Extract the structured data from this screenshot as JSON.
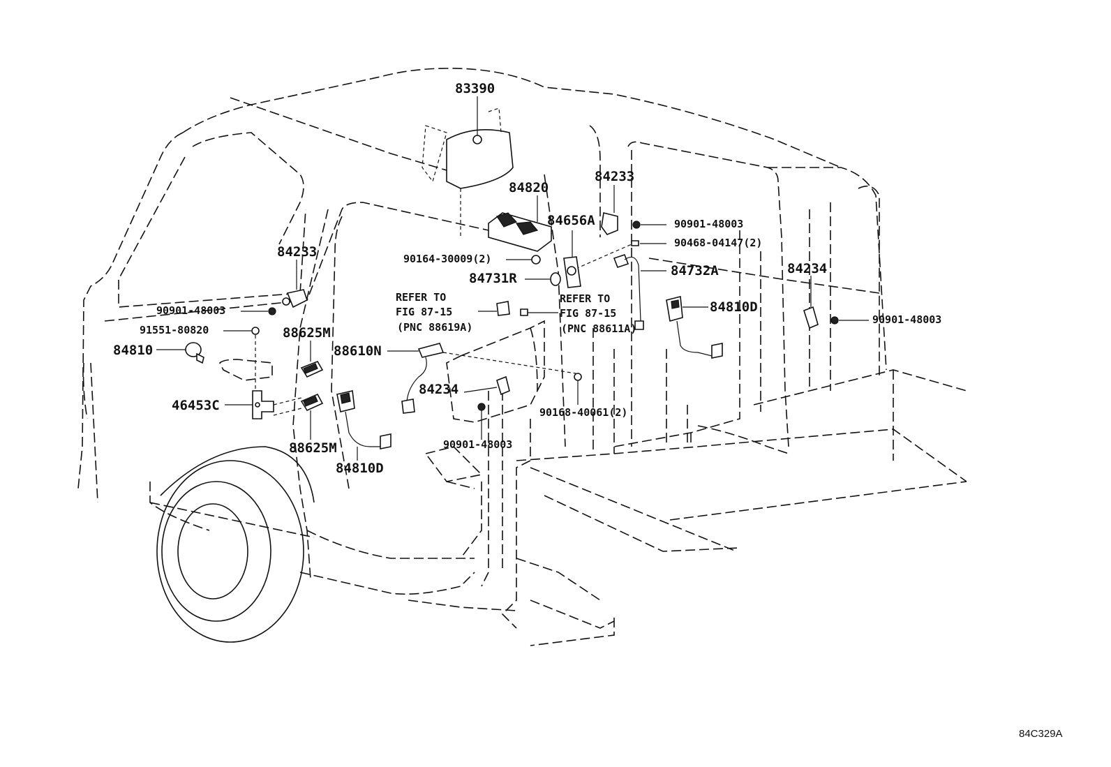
{
  "diagram_code": "84C329A",
  "callouts": {
    "p83390": "83390",
    "p84820": "84820",
    "p84233_top": "84233",
    "p84656A": "84656A",
    "p90901_top": "90901-48003",
    "p90468": "90468-04147(2)",
    "p84233_left": "84233",
    "p90164": "90164-30009(2)",
    "p84731R": "84731R",
    "p84732A": "84732A",
    "p84234_right": "84234",
    "p84810D_right": "84810D",
    "p90901_right": "90901-48003",
    "p90901_left": "90901-48003",
    "p91551": "91551-80820",
    "p84810": "84810",
    "p88625M_top": "88625M",
    "p88610N": "88610N",
    "p46453C": "46453C",
    "p88625M_bottom": "88625M",
    "p84810D_bottom": "84810D",
    "p84234_mid": "84234",
    "p90168": "90168-40061(2)",
    "p90901_bottom": "90901-48003"
  },
  "references": {
    "left": {
      "line1": "REFER TO",
      "line2": "FIG 87-15",
      "line3": "(PNC 88619A)"
    },
    "right": {
      "line1": "REFER TO",
      "line2": "FIG 87-15",
      "line3": "(PNC 88611A)"
    }
  }
}
